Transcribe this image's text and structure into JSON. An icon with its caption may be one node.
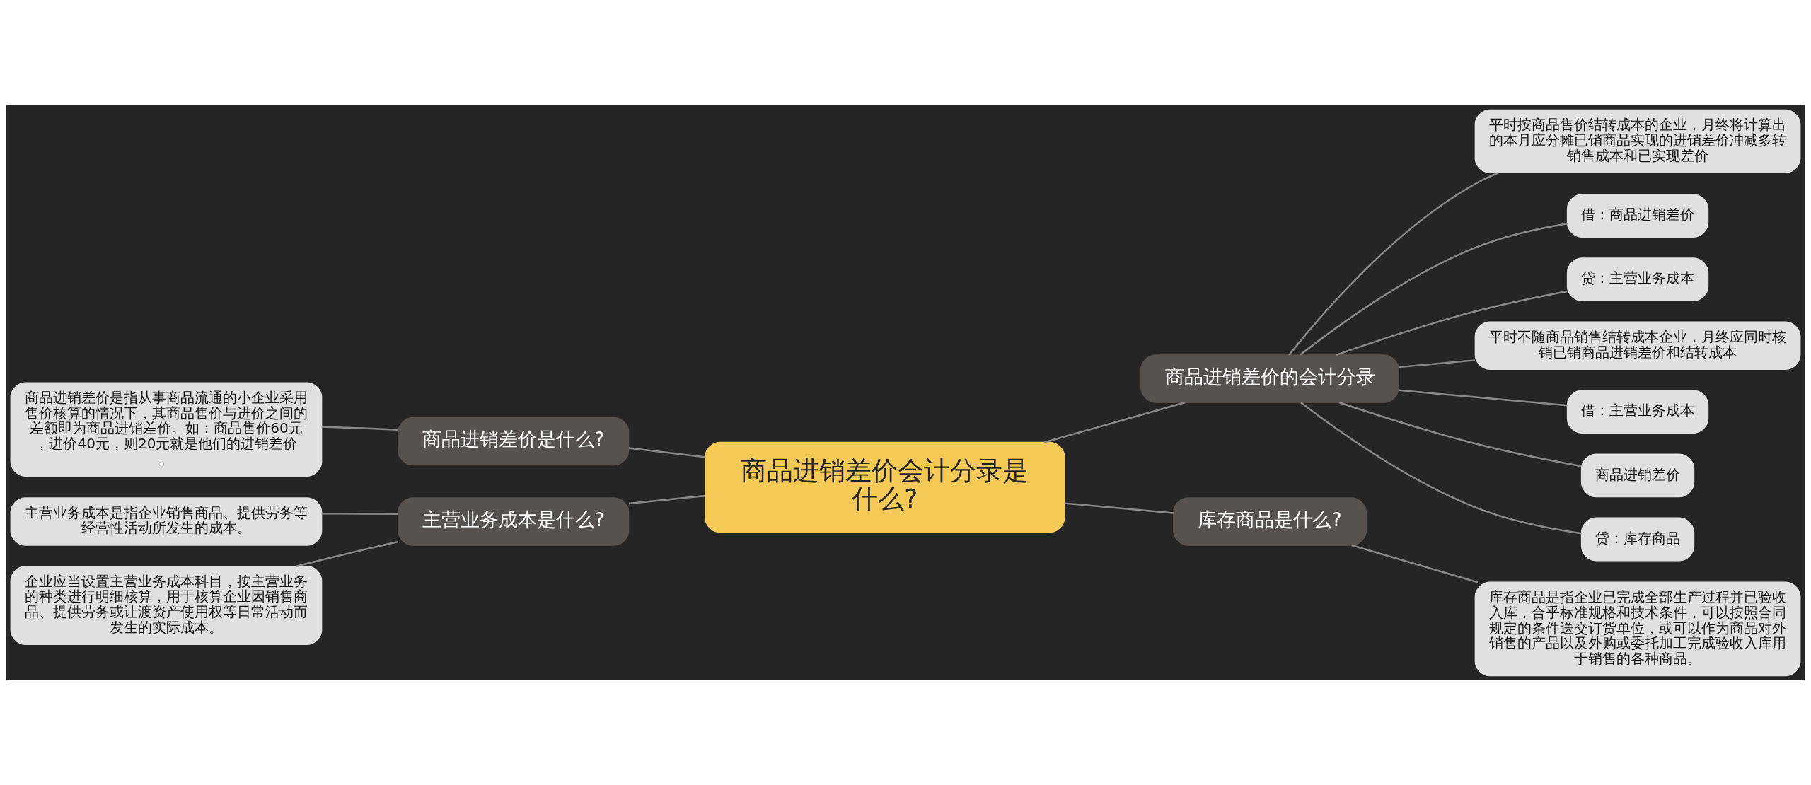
{
  "diagram": {
    "nodes": [
      {
        "text": [
          "商品进销差价会计分录是什么?"
        ]
      },
      {
        "text": [
          "商品进销差价是什么?"
        ]
      },
      {
        "text": [
          "商品进销差价是指从事商品流通的小企业采用售价核算的情况下，其商品售价与进价之间的差额即为商品进销差价。如：商品售价60元，进价40元，则20元就是他们的进销差价。"
        ]
      },
      {
        "text": [
          "主营业务成本是什么?"
        ]
      },
      {
        "text": [
          "主营业务成本是指企业销售商品、提供劳务等经营性活动所发生的成本。"
        ]
      },
      {
        "text": [
          "企业应当设置主营业务成本科目，按主营业务的种类进行明细核算，用于核算企业因销售商品、提供劳务或让渡资产使用权等日常活动而发生的实际成本。"
        ]
      },
      {
        "text": [
          "商品进销差价的会计分录"
        ]
      },
      {
        "text": [
          "平时按商品售价结转成本的企业，月终将计算出的本月应分摊已销商品实现的进销差价冲减多转销售成本和已实现差价"
        ]
      },
      {
        "text": [
          "借：商品进销差价"
        ]
      },
      {
        "text": [
          "贷：主营业务成本"
        ]
      },
      {
        "text": [
          "平时不随商品销售结转成本企业，月终应同时核销已销商品进销差价和结转成本"
        ]
      },
      {
        "text": [
          "借：主营业务成本"
        ]
      },
      {
        "text": [
          "商品进销差价"
        ]
      },
      {
        "text": [
          "贷：库存商品"
        ]
      },
      {
        "text": [
          "库存商品是什么?"
        ]
      },
      {
        "text": [
          "库存商品是指企业已完成全部生产过程并已验收入库，合乎标准规格和技术条件，可以按照合同规定的条件送交订货单位，或可以作为商品对外销售的产品以及外购或委托加工完成验收入库用于销售的各种商品。"
        ]
      }
    ],
    "edges": [
      {
        "from": 0,
        "to": 1,
        "arrow": "none"
      },
      {
        "from": 1,
        "to": 2,
        "arrow": "none"
      },
      {
        "from": 0,
        "to": 3,
        "arrow": "none"
      },
      {
        "from": 3,
        "to": 4,
        "arrow": "none"
      },
      {
        "from": 3,
        "to": 5,
        "arrow": "none"
      },
      {
        "from": 0,
        "to": 6,
        "arrow": "none"
      },
      {
        "from": 6,
        "to": 7,
        "arrow": "none"
      },
      {
        "from": 6,
        "to": 8,
        "arrow": "none"
      },
      {
        "from": 6,
        "to": 9,
        "arrow": "none"
      },
      {
        "from": 6,
        "to": 10,
        "arrow": "none"
      },
      {
        "from": 6,
        "to": 11,
        "arrow": "none"
      },
      {
        "from": 6,
        "to": 12,
        "arrow": "none"
      },
      {
        "from": 6,
        "to": 13,
        "arrow": "none"
      },
      {
        "from": 0,
        "to": 14,
        "arrow": "none"
      },
      {
        "from": 14,
        "to": 15,
        "arrow": "none"
      }
    ]
  }
}
